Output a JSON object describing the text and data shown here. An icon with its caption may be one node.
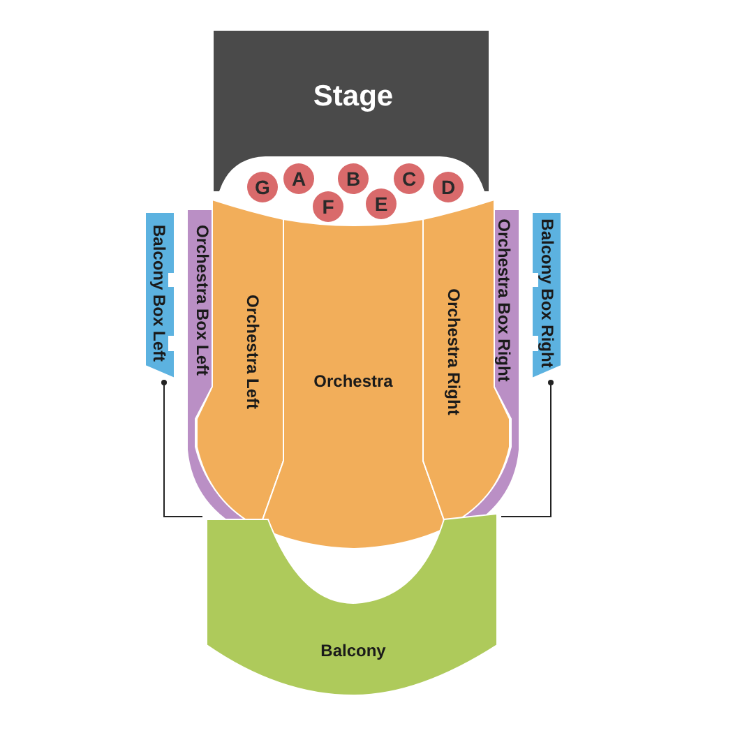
{
  "diagram": {
    "nodes": [
      {
        "text": [
          "Stage"
        ]
      },
      {
        "text": [
          "G"
        ]
      },
      {
        "text": [
          "A"
        ]
      },
      {
        "text": [
          "B"
        ]
      },
      {
        "text": [
          "C"
        ]
      },
      {
        "text": [
          "D"
        ]
      },
      {
        "text": [
          "F"
        ]
      },
      {
        "text": [
          "E"
        ]
      },
      {
        "text": [
          "Balcony Box Left"
        ]
      },
      {
        "text": [
          "Orchestra Box Left"
        ]
      },
      {
        "text": [
          "Orchestra Left"
        ]
      },
      {
        "text": [
          "Orchestra"
        ]
      },
      {
        "text": [
          "Orchestra Right"
        ]
      },
      {
        "text": [
          "Orchestra Box Right"
        ]
      },
      {
        "text": [
          "Balcony Box Right"
        ]
      },
      {
        "text": [
          "Balcony"
        ]
      }
    ],
    "edges": [
      {
        "from": 8,
        "to": 15,
        "arrow": "other"
      },
      {
        "from": 14,
        "to": 15,
        "arrow": "other"
      }
    ]
  }
}
